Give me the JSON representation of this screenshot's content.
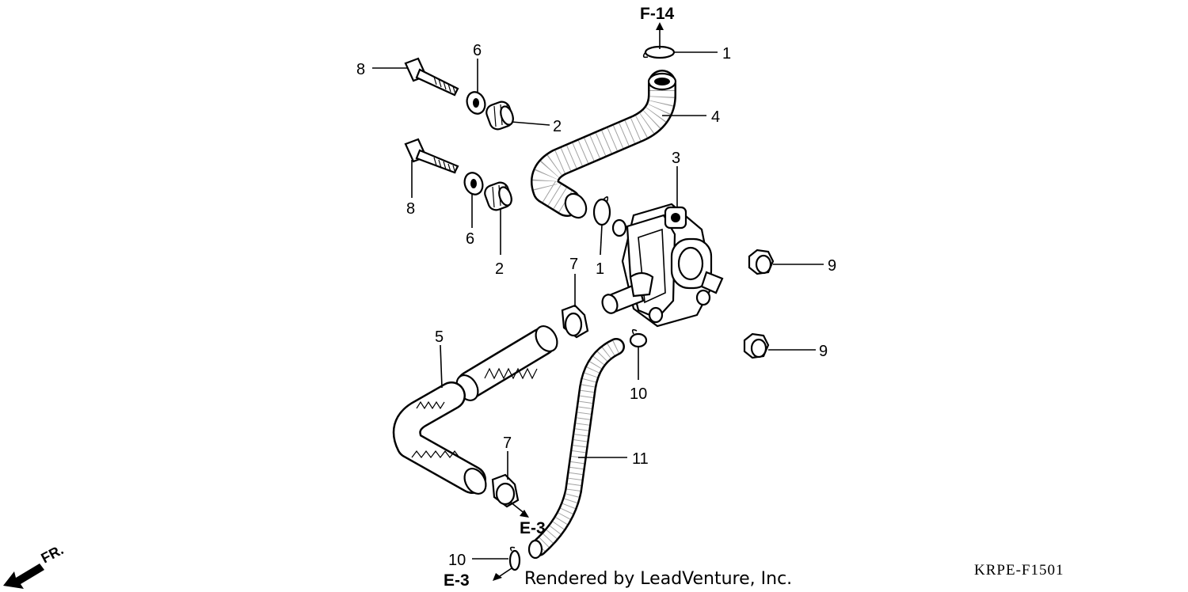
{
  "diagram": {
    "callouts": {
      "c1_top": "1",
      "c1_mid": "1",
      "c2_upper": "2",
      "c2_lower": "2",
      "c3": "3",
      "c4": "4",
      "c5": "5",
      "c6_upper": "6",
      "c6_lower": "6",
      "c7_upper": "7",
      "c7_lower": "7",
      "c8_upper": "8",
      "c8_lower": "8",
      "c9_upper": "9",
      "c9_lower": "9",
      "c10_mid": "10",
      "c10_bottom": "10",
      "c11": "11"
    },
    "refs": {
      "f14": "F-14",
      "e3_right": "E-3",
      "e3_left": "E-3"
    },
    "front_label": "FR.",
    "credit": "Rendered by LeadVenture, Inc.",
    "diagram_code": "KRPE-F1501"
  }
}
